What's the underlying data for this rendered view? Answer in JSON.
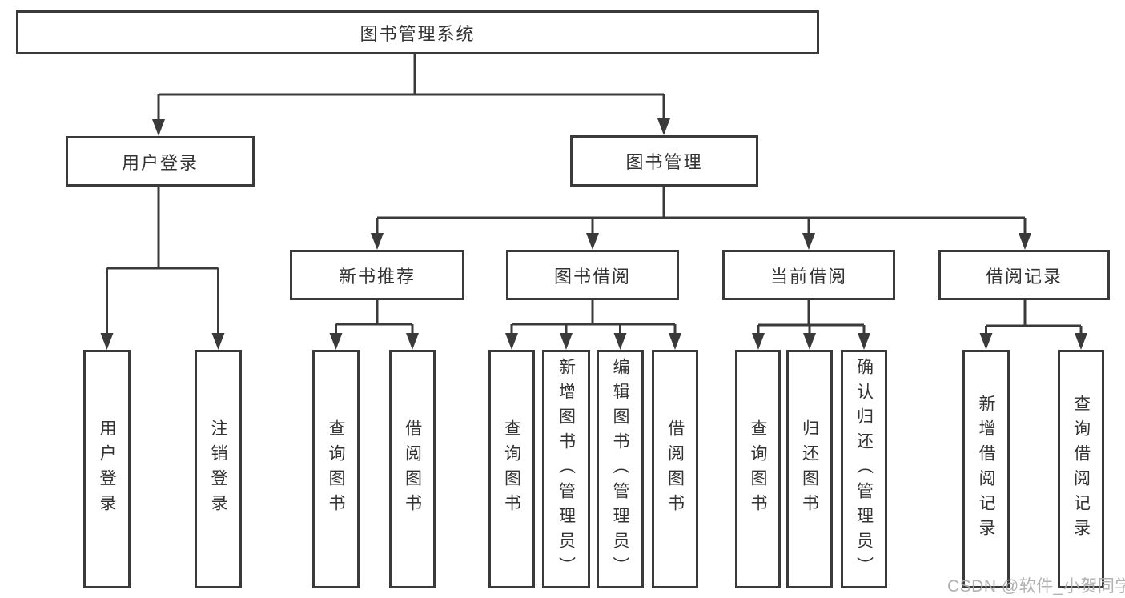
{
  "diagram": {
    "type": "tree",
    "root": {
      "label": "图书管理系统",
      "children": [
        {
          "label": "用户登录",
          "children": [
            {
              "label": "用户登录"
            },
            {
              "label": "注销登录"
            }
          ]
        },
        {
          "label": "图书管理",
          "children": [
            {
              "label": "新书推荐",
              "children": [
                {
                  "label": "查询图书"
                },
                {
                  "label": "借阅图书"
                }
              ]
            },
            {
              "label": "图书借阅",
              "children": [
                {
                  "label": "查询图书"
                },
                {
                  "label": "新增图书（管理员）"
                },
                {
                  "label": "编辑图书（管理员）"
                },
                {
                  "label": "借阅图书"
                }
              ]
            },
            {
              "label": "当前借阅",
              "children": [
                {
                  "label": "查询图书"
                },
                {
                  "label": "归还图书"
                },
                {
                  "label": "确认归还（管理员）"
                }
              ]
            },
            {
              "label": "借阅记录",
              "children": [
                {
                  "label": "新增借阅记录"
                },
                {
                  "label": "查询借阅记录"
                }
              ]
            }
          ]
        }
      ]
    }
  },
  "watermark": {
    "text": "CSDN @软件_小贺同学"
  },
  "colors": {
    "line": "#3a3a3a",
    "text": "#333333",
    "background": "#ffffff",
    "watermark": "#aaaaaa"
  }
}
